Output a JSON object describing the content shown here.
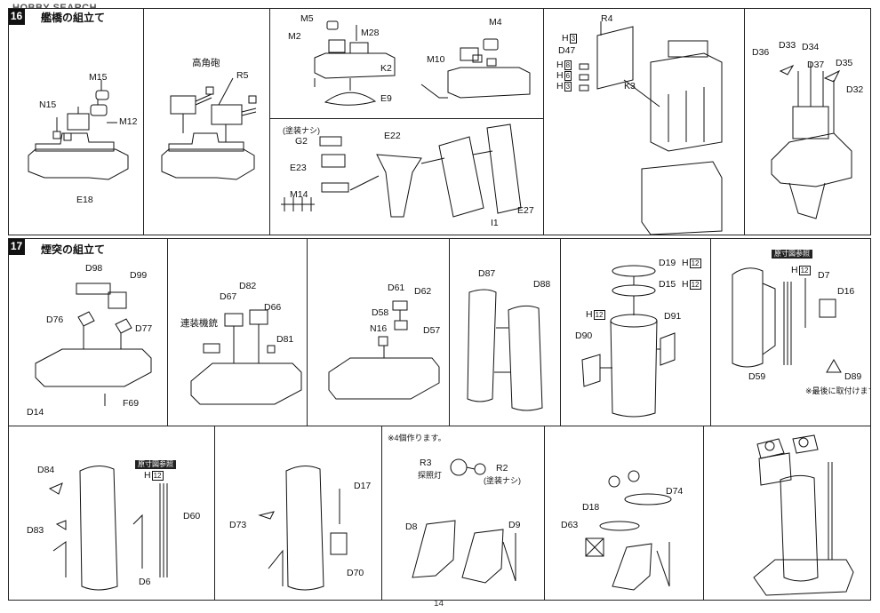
{
  "watermark": "HOBBY SEARCH",
  "page_number": "14",
  "step16": {
    "number": "16",
    "title": "艦橋の組立て"
  },
  "step17": {
    "number": "17",
    "title": "煙突の組立て"
  },
  "p1": {
    "m15": "M15",
    "n15": "N15",
    "m12": "M12",
    "e18": "E18"
  },
  "p2": {
    "title": "高角砲",
    "r5": "R5"
  },
  "p3": {
    "m5": "M5",
    "m2": "M2",
    "m28": "M28",
    "k2": "K2",
    "e9": "E9",
    "m4": "M4",
    "m10": "M10"
  },
  "p4": {
    "note": "(塗装ナシ)",
    "g2": "G2",
    "e22": "E22",
    "e23": "E23",
    "m14": "M14",
    "i1": "I1",
    "e27": "E27"
  },
  "p5": {
    "r4": "R4",
    "h3a": "H",
    "h3a_n": "3",
    "d47": "D47",
    "h8": "H",
    "h8_n": "8",
    "h6": "H",
    "h6_n": "6",
    "h3b": "H",
    "h3b_n": "3",
    "k3": "K3"
  },
  "p6": {
    "d36": "D36",
    "d33": "D33",
    "d34": "D34",
    "d37": "D37",
    "d35": "D35",
    "d32": "D32"
  },
  "p7": {
    "d98": "D98",
    "d99": "D99",
    "d76": "D76",
    "d77": "D77",
    "d14": "D14",
    "f69": "F69"
  },
  "p8": {
    "d82": "D82",
    "d67": "D67",
    "d66": "D66",
    "gun": "連装機銃",
    "d81": "D81"
  },
  "p9": {
    "d61": "D61",
    "d62": "D62",
    "d58": "D58",
    "n16": "N16",
    "d57": "D57"
  },
  "p10": {
    "d87": "D87",
    "d88": "D88"
  },
  "p11": {
    "d19": "D19",
    "h12a": "H",
    "h12a_n": "12",
    "d15": "D15",
    "h12b": "H",
    "h12b_n": "12",
    "h12c": "H",
    "h12c_n": "12",
    "d91": "D91",
    "d90": "D90"
  },
  "p12": {
    "ref": "原寸図参照",
    "h12": "H",
    "h12_n": "12",
    "d7": "D7",
    "d16": "D16",
    "d59": "D59",
    "d89": "D89",
    "note": "※最後に取付けます。"
  },
  "p13": {
    "ref": "原寸図参照",
    "h12": "H",
    "h12_n": "12",
    "d84": "D84",
    "d60": "D60",
    "d83": "D83",
    "d6": "D6"
  },
  "p14": {
    "d17": "D17",
    "d73": "D73",
    "d70": "D70"
  },
  "p15": {
    "note": "※4個作ります。",
    "r3": "R3",
    "r3_sub": "探照灯",
    "r2": "R2",
    "r2_sub": "(塗装ナシ)",
    "d8": "D8",
    "d9": "D9"
  },
  "p16": {
    "d18": "D18",
    "d74": "D74",
    "d63": "D63"
  }
}
